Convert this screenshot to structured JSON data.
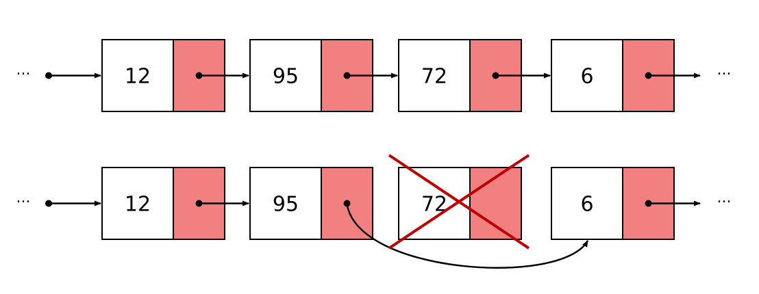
{
  "colors": {
    "data_cell": "#ffffff",
    "pointer_cell": "#f28080",
    "stroke": "#000000",
    "cross": "#c00000"
  },
  "ellipsis": "···",
  "rows": [
    {
      "id": "before",
      "nodes": [
        {
          "value": "12",
          "deleted": false
        },
        {
          "value": "95",
          "deleted": false
        },
        {
          "value": "72",
          "deleted": false
        },
        {
          "value": "6",
          "deleted": false
        }
      ]
    },
    {
      "id": "after",
      "nodes": [
        {
          "value": "12",
          "deleted": false
        },
        {
          "value": "95",
          "deleted": false
        },
        {
          "value": "72",
          "deleted": true
        },
        {
          "value": "6",
          "deleted": false
        }
      ]
    }
  ]
}
